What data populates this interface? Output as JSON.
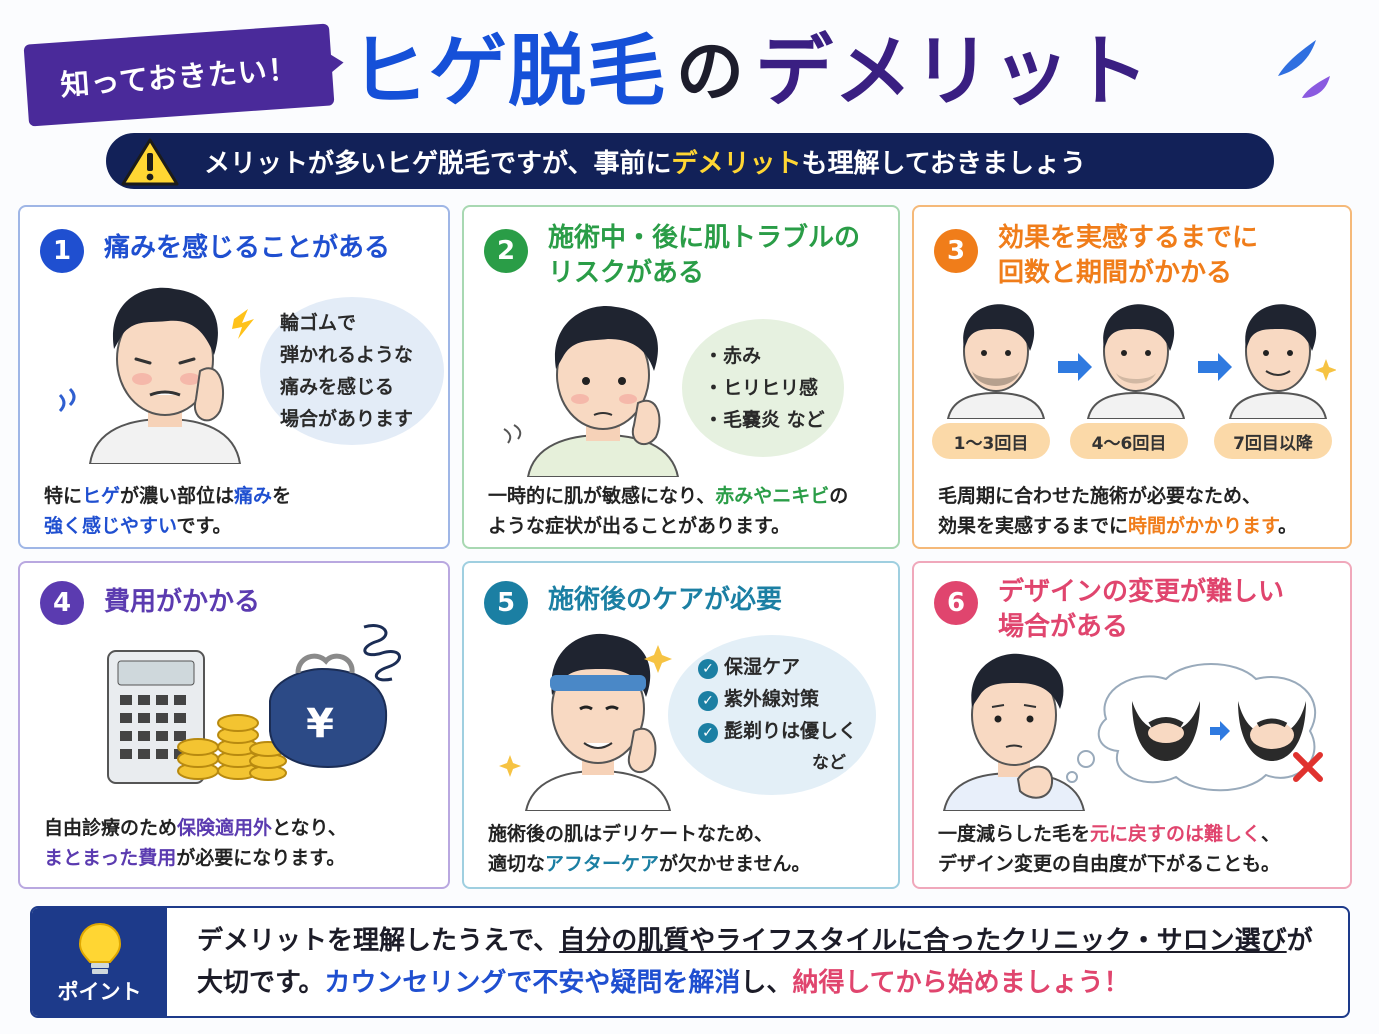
{
  "header": {
    "badge": "知っておきたい！",
    "title_part1": "ヒゲ脱毛",
    "title_part2": "の",
    "title_part3": "デメリット"
  },
  "warning": {
    "text_before": "メリットが多いヒゲ脱毛ですが、事前に",
    "highlight": "デメリット",
    "text_after": "も理解しておきましょう"
  },
  "colors": {
    "blue": "#1f4fd0",
    "green": "#2a9d47",
    "orange": "#f07d1a",
    "purple": "#5b3bb0",
    "teal": "#1b7fa3",
    "pink": "#e0456e",
    "navy": "#122158"
  },
  "cards": [
    {
      "num": "1",
      "title": "痛みを感じることがある",
      "bubble": [
        "輪ゴムで",
        "弾かれるような",
        "痛みを感じる",
        "場合があります"
      ],
      "desc": [
        {
          "t": "特に",
          "c": ""
        },
        {
          "t": "ヒゲ",
          "c": "#1f4fd0"
        },
        {
          "t": "が濃い部位は",
          "c": ""
        },
        {
          "t": "痛み",
          "c": "#1f4fd0"
        },
        {
          "t": "を",
          "c": ""
        },
        {
          "t": "\n",
          "c": ""
        },
        {
          "t": "強く感じやすい",
          "c": "#1f4fd0"
        },
        {
          "t": "です。",
          "c": ""
        }
      ]
    },
    {
      "num": "2",
      "title": "施術中・後に肌トラブルの\nリスクがある",
      "bubble": [
        "・赤み",
        "・ヒリヒリ感",
        "・毛嚢炎 など"
      ],
      "desc": [
        {
          "t": "一時的に肌が敏感になり、",
          "c": ""
        },
        {
          "t": "赤みやニキビ",
          "c": "#2a9d47"
        },
        {
          "t": "の",
          "c": ""
        },
        {
          "t": "\n",
          "c": ""
        },
        {
          "t": "ような症状が出ることがあります。",
          "c": ""
        }
      ]
    },
    {
      "num": "3",
      "title": "効果を実感するまでに\n回数と期間がかかる",
      "stages": [
        "1〜3回目",
        "4〜6回目",
        "7回目以降"
      ],
      "desc": [
        {
          "t": "毛周期に合わせた施術が必要なため、",
          "c": ""
        },
        {
          "t": "\n",
          "c": ""
        },
        {
          "t": "効果を実感するまでに",
          "c": ""
        },
        {
          "t": "時間がかかります",
          "c": "#f07d1a"
        },
        {
          "t": "。",
          "c": ""
        }
      ]
    },
    {
      "num": "4",
      "title": "費用がかかる",
      "yen": "¥",
      "desc": [
        {
          "t": "自由診療のため",
          "c": ""
        },
        {
          "t": "保険適用外",
          "c": "#5b3bb0"
        },
        {
          "t": "となり、",
          "c": ""
        },
        {
          "t": "\n",
          "c": ""
        },
        {
          "t": "まとまった費用",
          "c": "#5b3bb0"
        },
        {
          "t": "が必要になります。",
          "c": ""
        }
      ]
    },
    {
      "num": "5",
      "title": "施術後のケアが必要",
      "checks": [
        "保湿ケア",
        "紫外線対策",
        "髭剃りは優しく"
      ],
      "checks_note": "など",
      "desc": [
        {
          "t": "施術後の肌はデリケートなため、",
          "c": ""
        },
        {
          "t": "\n",
          "c": ""
        },
        {
          "t": "適切な",
          "c": ""
        },
        {
          "t": "アフターケア",
          "c": "#1b7fa3"
        },
        {
          "t": "が欠かせません。",
          "c": ""
        }
      ]
    },
    {
      "num": "6",
      "title": "デザインの変更が難しい\n場合がある",
      "desc": [
        {
          "t": "一度減らした毛を",
          "c": ""
        },
        {
          "t": "元に戻すのは難しく",
          "c": "#e0456e"
        },
        {
          "t": "、",
          "c": ""
        },
        {
          "t": "\n",
          "c": ""
        },
        {
          "t": "デザイン変更の自由度が下がることも。",
          "c": ""
        }
      ]
    }
  ],
  "point": {
    "label": "ポイント",
    "line1": [
      {
        "t": "デメリットを理解したうえで、",
        "c": ""
      },
      {
        "t": "自分の肌質やライフスタイルに合ったクリニック・サロン選び",
        "c": "",
        "u": true
      },
      {
        "t": "が",
        "c": ""
      }
    ],
    "line2": [
      {
        "t": "大切です。",
        "c": ""
      },
      {
        "t": "カウンセリングで不安や疑問を解消",
        "c": "#1f4fd0"
      },
      {
        "t": "し、",
        "c": ""
      },
      {
        "t": "納得してから始めましょう！",
        "c": "#e0456e"
      }
    ]
  }
}
